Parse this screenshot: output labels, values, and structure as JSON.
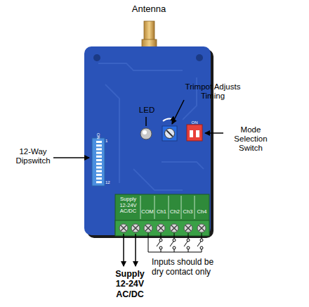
{
  "diagram": {
    "labels": [
      "Antenna",
      "Trimpot Adjusts Timing",
      "LED",
      "Mode Selection Switch",
      "12-Way Dipswitch",
      "ON",
      "1",
      "12",
      "ON",
      "Supply 12-24V AC/DC",
      "COM",
      "Ch1",
      "Ch2",
      "Ch3",
      "Ch4",
      "Supply 12-24V AC/DC",
      "Inputs should be dry contact only"
    ]
  }
}
